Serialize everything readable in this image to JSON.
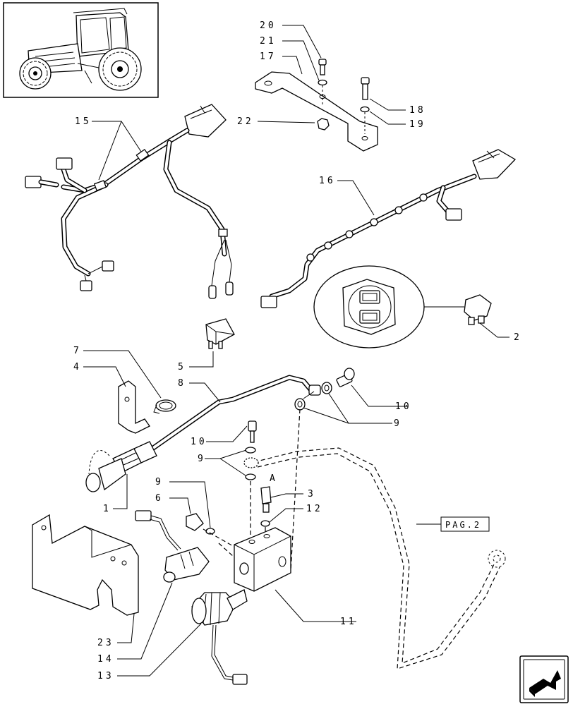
{
  "callouts": {
    "c1": "1",
    "c2": "2",
    "c3": "3",
    "c4": "4",
    "c5": "5",
    "c6": "6",
    "c7": "7",
    "c8": "8",
    "c9a": "9",
    "c9b": "9",
    "c9c": "9",
    "c10a": "10",
    "c10b": "10",
    "c11": "11",
    "c12": "12",
    "c13": "13",
    "c14": "14",
    "c15": "15",
    "c16": "16",
    "c17": "17",
    "c18": "18",
    "c19": "19",
    "c20": "20",
    "c21": "21",
    "c22": "22",
    "c23": "23"
  },
  "detail_marker": "A",
  "page_reference": "PAG.2",
  "icons": {
    "thumbnail": "tractor-thumbnail",
    "nav": "next-page-arrow-icon"
  }
}
